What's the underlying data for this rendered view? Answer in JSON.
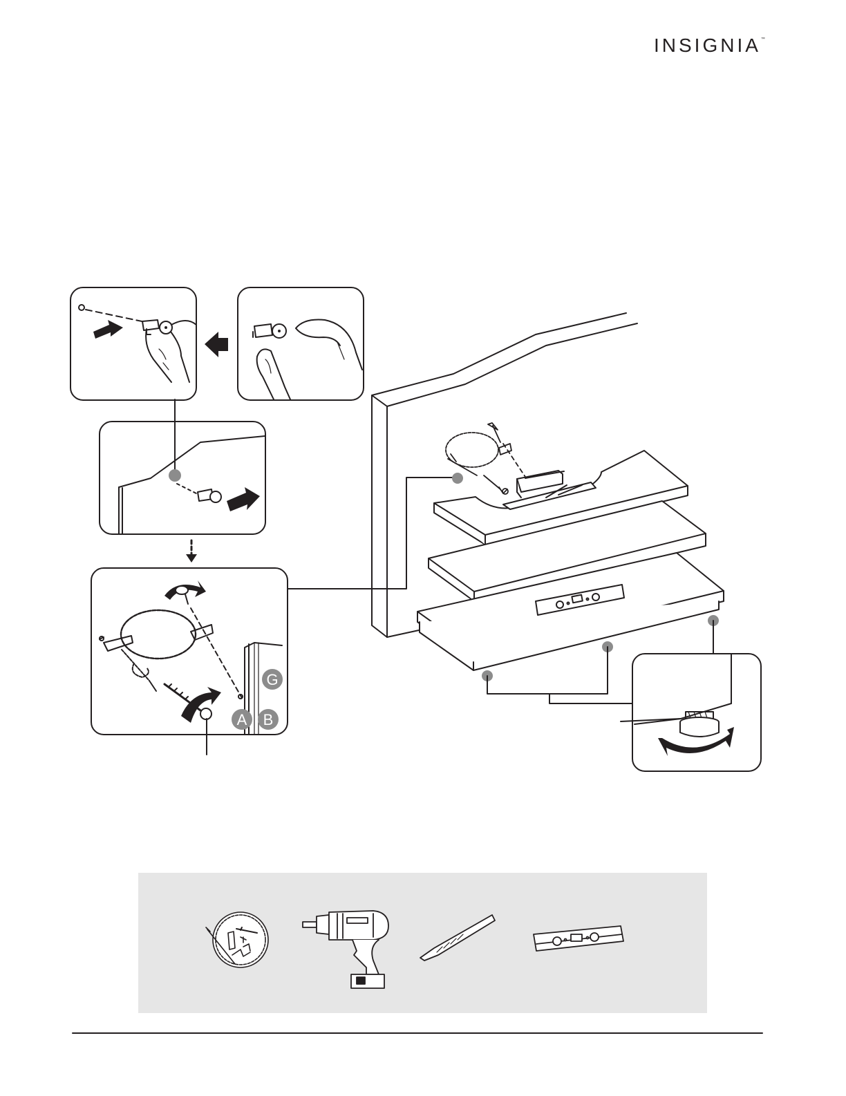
{
  "brand": {
    "name": "INSIGNIA",
    "mark": "™"
  },
  "callouts": [
    {
      "id": "A",
      "label": "A"
    },
    {
      "id": "B",
      "label": "B"
    },
    {
      "id": "G",
      "label": "G"
    }
  ],
  "colors": {
    "line": "#231f20",
    "callout_fill": "#8c8c8c",
    "panel_bg": "#e6e6e6",
    "paper": "#ffffff"
  },
  "tools": [
    {
      "name": "anti-tip-kit-icon"
    },
    {
      "name": "power-drill-icon"
    },
    {
      "name": "drill-bit-icon"
    },
    {
      "name": "level-icon"
    }
  ]
}
